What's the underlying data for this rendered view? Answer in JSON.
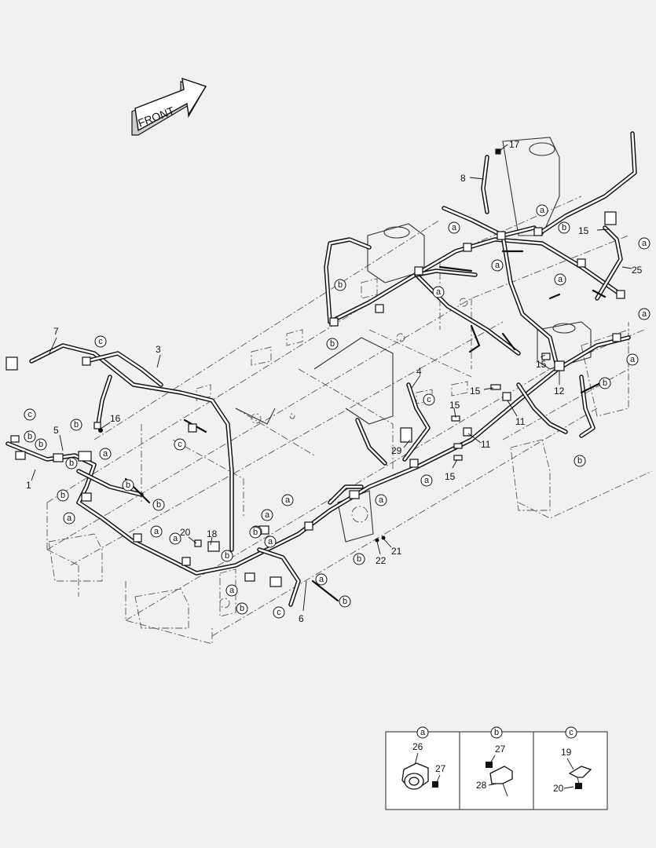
{
  "front_label": "FRONT",
  "callouts": [
    {
      "id": "c1",
      "text": "1"
    },
    {
      "id": "c3",
      "text": "3"
    },
    {
      "id": "c4",
      "text": "4"
    },
    {
      "id": "c5",
      "text": "5"
    },
    {
      "id": "c6",
      "text": "6"
    },
    {
      "id": "c7",
      "text": "7"
    },
    {
      "id": "c8",
      "text": "8"
    },
    {
      "id": "c11a",
      "text": "11"
    },
    {
      "id": "c11b",
      "text": "11"
    },
    {
      "id": "c12",
      "text": "12"
    },
    {
      "id": "c15a",
      "text": "15"
    },
    {
      "id": "c15b",
      "text": "15"
    },
    {
      "id": "c15c",
      "text": "15"
    },
    {
      "id": "c15d",
      "text": "15"
    },
    {
      "id": "c15e",
      "text": "15"
    },
    {
      "id": "c16",
      "text": "16"
    },
    {
      "id": "c17",
      "text": "17"
    },
    {
      "id": "c18",
      "text": "18"
    },
    {
      "id": "c20",
      "text": "20"
    },
    {
      "id": "c21",
      "text": "21"
    },
    {
      "id": "c22",
      "text": "22"
    },
    {
      "id": "c25",
      "text": "25"
    },
    {
      "id": "c29",
      "text": "29"
    }
  ],
  "clip_labels": {
    "a": "a",
    "b": "b",
    "c": "c"
  },
  "legend": {
    "panels": [
      {
        "label": "a",
        "parts": [
          "26",
          "27"
        ]
      },
      {
        "label": "b",
        "parts": [
          "27",
          "28"
        ]
      },
      {
        "label": "c",
        "parts": [
          "19",
          "20"
        ]
      }
    ]
  }
}
